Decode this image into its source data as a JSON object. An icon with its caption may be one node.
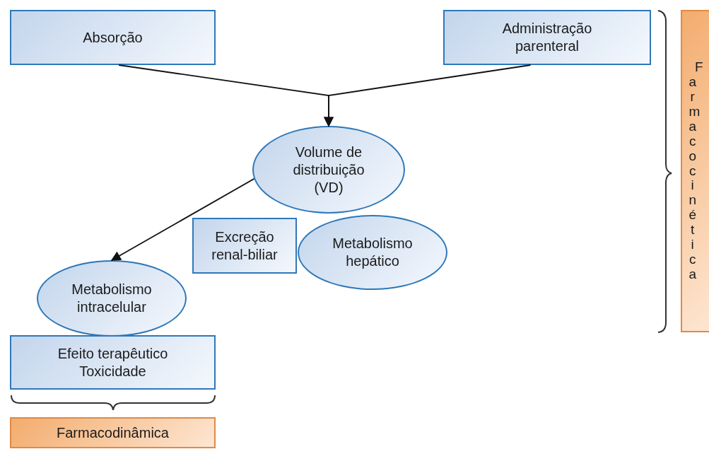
{
  "diagram": {
    "nodes": [
      {
        "text": [
          "Absorção"
        ]
      },
      {
        "text": [
          "Administração parenteral"
        ]
      },
      {
        "text": [
          "Volume de distribuição (VD)"
        ]
      },
      {
        "text": [
          "Excreção renal-biliar"
        ]
      },
      {
        "text": [
          "Metabolismo hepático"
        ]
      },
      {
        "text": [
          "Metabolismo intracelular"
        ]
      },
      {
        "text": [
          "Efeito terapêutico",
          "Toxicidade"
        ]
      },
      {
        "text": [
          "Farmacodinâmica"
        ]
      },
      {
        "text": [
          "Farmacocinética"
        ]
      }
    ],
    "edges": [
      {
        "from": 0,
        "to": 2,
        "arrow": "to"
      },
      {
        "from": 1,
        "to": 2,
        "arrow": "to"
      },
      {
        "from": 2,
        "to": 5,
        "arrow": "to"
      }
    ]
  }
}
